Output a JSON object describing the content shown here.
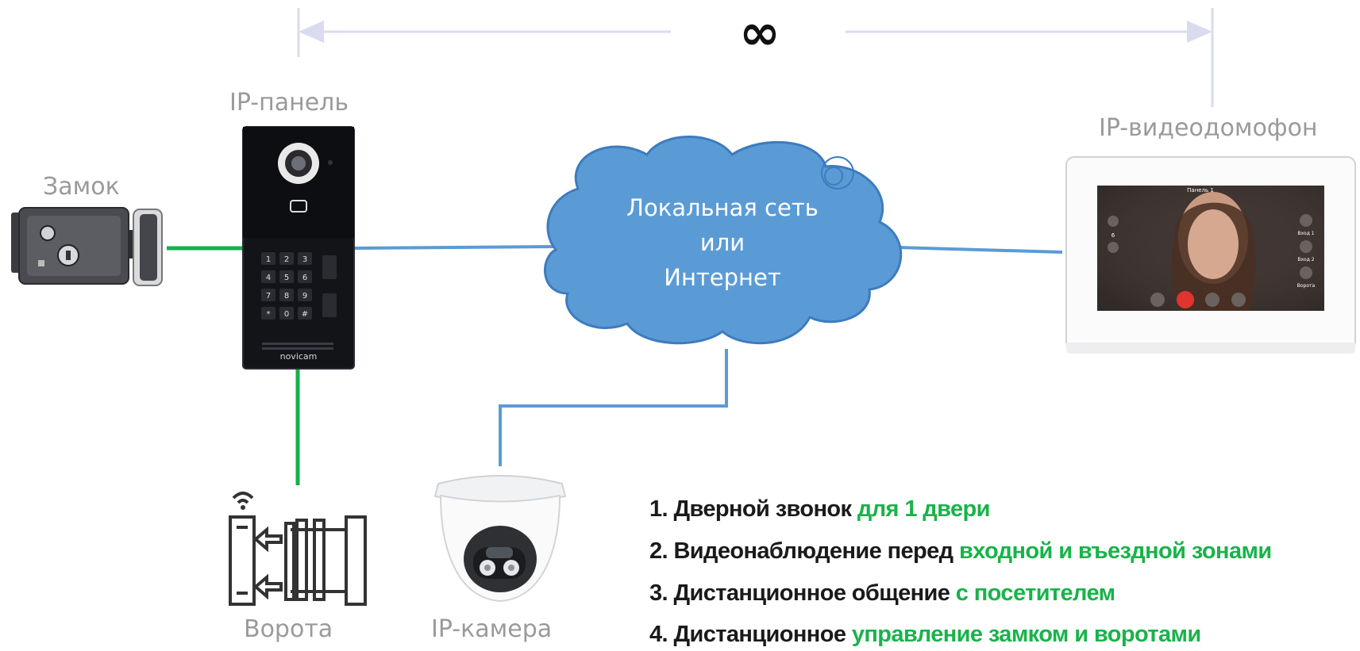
{
  "infinity_symbol": "∞",
  "labels": {
    "panel": "IP-панель",
    "lock": "Замок",
    "monitor": "IP-видеодомофон",
    "gate": "Ворота",
    "camera": "IP-камера"
  },
  "cloud": {
    "line1": "Локальная сеть",
    "line2": "или",
    "line3": "Интернет"
  },
  "panel_device": {
    "brand": "novicam",
    "keys": [
      "1",
      "2",
      "3",
      "4",
      "5",
      "6",
      "7",
      "8",
      "9",
      "*",
      "0",
      "#"
    ]
  },
  "monitor_screen": {
    "title": "Панель 1",
    "volume_value": "6",
    "right_labels": [
      "Вход 1",
      "Вход 2",
      "Ворота"
    ]
  },
  "features": [
    {
      "text": "1. Дверной звонок",
      "highlight": "для 1 двери"
    },
    {
      "text": "2. Видеонаблюдение перед",
      "highlight": "входной и въездной зонами"
    },
    {
      "text": "3. Дистанционное общение",
      "highlight": "с посетителем"
    },
    {
      "text": "4. Дистанционное",
      "highlight": "управление замком и воротами"
    }
  ],
  "colors": {
    "green_wire": "#16b04a",
    "blue_wire": "#5b9bd5",
    "cloud_fill": "#5b9bd5",
    "highlight_text": "#19b34a",
    "label_gray": "#9a9a9a"
  }
}
